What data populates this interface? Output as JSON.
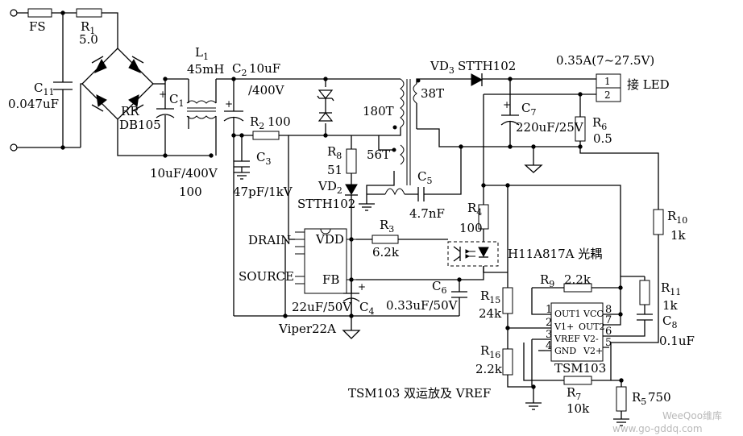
{
  "fuse": {
    "ref": "FS"
  },
  "r1": {
    "ref": "R",
    "sub": "1",
    "value": "5.0"
  },
  "c11": {
    "ref": "C",
    "sub": "11",
    "value": "0.047uF"
  },
  "bridge": {
    "ref": "RR",
    "part": "DB105"
  },
  "c1": {
    "ref": "C",
    "sub": "1",
    "value": "10uF/400V",
    "extra": "100"
  },
  "l1": {
    "ref": "L",
    "sub": "1",
    "value": "45mH"
  },
  "c2": {
    "ref": "C",
    "sub": "2",
    "value": "10uF",
    "voltage": "/400V"
  },
  "r2": {
    "ref": "R",
    "sub": "2",
    "value": "100"
  },
  "c3": {
    "ref": "C",
    "sub": "3",
    "value": "47pF/1kV"
  },
  "transformer": {
    "primary": "180T",
    "secondary": "38T",
    "aux": "56T"
  },
  "vd3": {
    "ref": "VD",
    "sub": "3",
    "part": "STTH102"
  },
  "vd2": {
    "ref": "VD",
    "sub": "2",
    "part": "STTH102"
  },
  "r8": {
    "ref": "R",
    "sub": "8",
    "value": "51"
  },
  "c5": {
    "ref": "C",
    "sub": "5",
    "value": "4.7nF"
  },
  "c7": {
    "ref": "C",
    "sub": "7",
    "value": "220uF/25V"
  },
  "r6": {
    "ref": "R",
    "sub": "6",
    "value": "0.5"
  },
  "output": {
    "spec": "0.35A(7~27.5V)",
    "pin1": "1",
    "pin2": "2",
    "label": "接 LED"
  },
  "r4": {
    "ref": "R",
    "sub": "4",
    "value": "100"
  },
  "r3": {
    "ref": "R",
    "sub": "3",
    "value": "6.2k"
  },
  "optocoupler": {
    "part": "H11A817A 光耦"
  },
  "r10": {
    "ref": "R",
    "sub": "10",
    "value": "1k"
  },
  "viper": {
    "part": "Viper22A",
    "pin_drain": "DRAIN",
    "pin_source": "SOURCE",
    "pin_vdd": "VDD",
    "pin_fb": "FB"
  },
  "c4": {
    "ref": "C",
    "sub": "4",
    "value": "22uF/50V"
  },
  "c6": {
    "ref": "C",
    "sub": "6",
    "value": "0.33uF/50V"
  },
  "r9": {
    "ref": "R",
    "sub": "9",
    "value": "2.2k"
  },
  "r11": {
    "ref": "R",
    "sub": "11",
    "value": "1k"
  },
  "c8": {
    "ref": "C",
    "sub": "8",
    "value": "0.1uF"
  },
  "r15": {
    "ref": "R",
    "sub": "15",
    "value": "24k"
  },
  "r16": {
    "ref": "R",
    "sub": "16",
    "value": "2.2k"
  },
  "r7": {
    "ref": "R",
    "sub": "7",
    "value": "10k"
  },
  "r5": {
    "ref": "R",
    "sub": "5",
    "value": "750"
  },
  "tsm103": {
    "part": "TSM103",
    "pins_left": [
      "1",
      "2",
      "3",
      "4"
    ],
    "pins_right": [
      "8",
      "7",
      "6",
      "5"
    ],
    "names_left": [
      "OUT1",
      "V1+",
      "VREF",
      "GND"
    ],
    "names_right": [
      "VCC",
      "OUT2",
      "V2-",
      "V2+"
    ]
  },
  "caption": "TSM103 双运放及 VREF",
  "plus": "+",
  "watermark": {
    "brand": "WeeQoo维库",
    "url": "www.go-gddq.com"
  }
}
